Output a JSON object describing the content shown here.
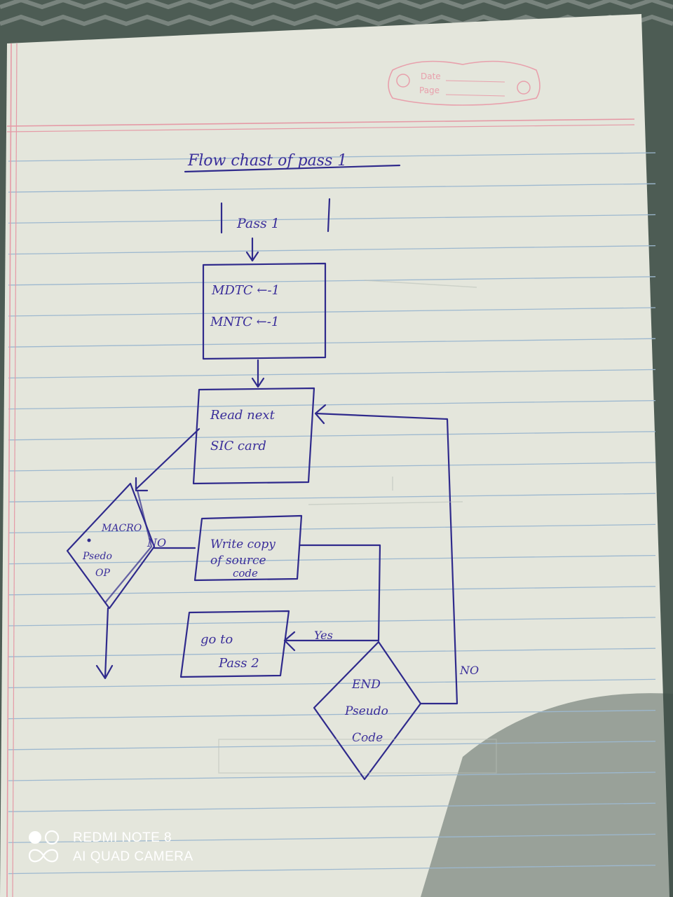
{
  "stamp": {
    "date_label": "Date",
    "page_label": "Page"
  },
  "title": "Flow chast of pass 1",
  "nodes": {
    "start": "Pass 1",
    "init_line1": "MDTC   ←-1",
    "init_line2": "MNTC   ←-1",
    "read_line1": "Read  next",
    "read_line2": "SIC  card",
    "macro_line1": "MACRO",
    "macro_line2": "Psedo",
    "macro_line3": "OP",
    "write_line1": "Write copy",
    "write_line2": "of source",
    "write_line3": "code",
    "goto_line1": "go to",
    "goto_line2": "Pass 2",
    "end_line1": "END",
    "end_line2": "Pseudo",
    "end_line3": "Code"
  },
  "edges": {
    "macro_no": "NO",
    "end_yes": "Yes",
    "end_no": "NO"
  },
  "watermark": {
    "line1": "REDMI NOTE 8",
    "line2": "AI QUAD CAMERA"
  }
}
